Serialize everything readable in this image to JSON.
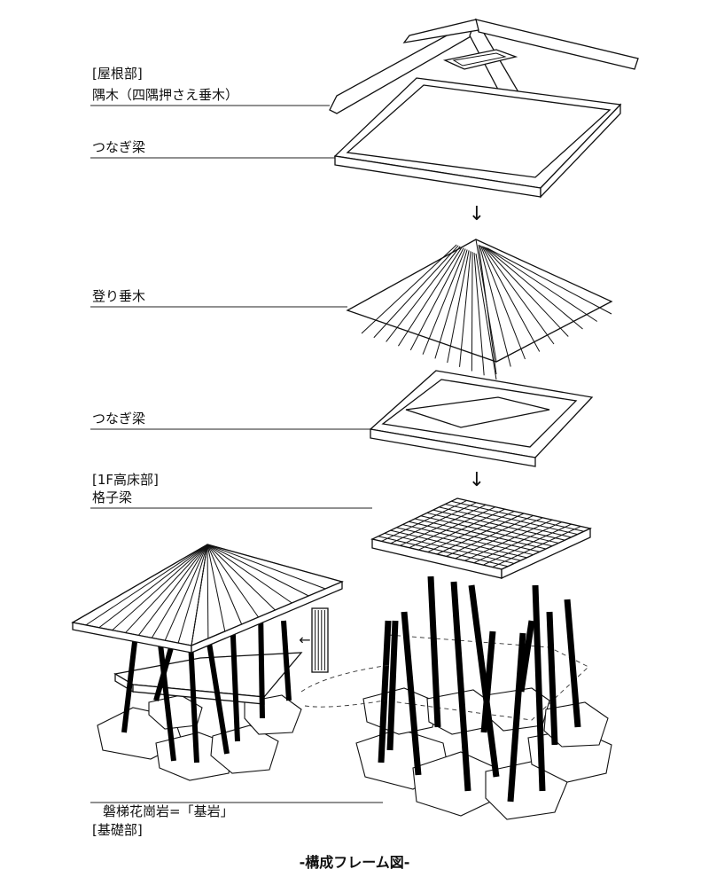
{
  "labels": {
    "roof_section": "[屋根部]",
    "hip_rafter": "隅木（四隅押さえ垂木）",
    "tie_beam_1": "つなぎ梁",
    "rafters": "登り垂木",
    "tie_beam_2": "つなぎ梁",
    "floor_section": "[1F高床部]",
    "lattice_beam": "格子梁",
    "granite": "磐梯花崗岩=「基岩」",
    "foundation_section": "[基礎部]"
  },
  "caption": "-構成フレーム図-",
  "arrows": {
    "down": "↓",
    "left": "←"
  }
}
